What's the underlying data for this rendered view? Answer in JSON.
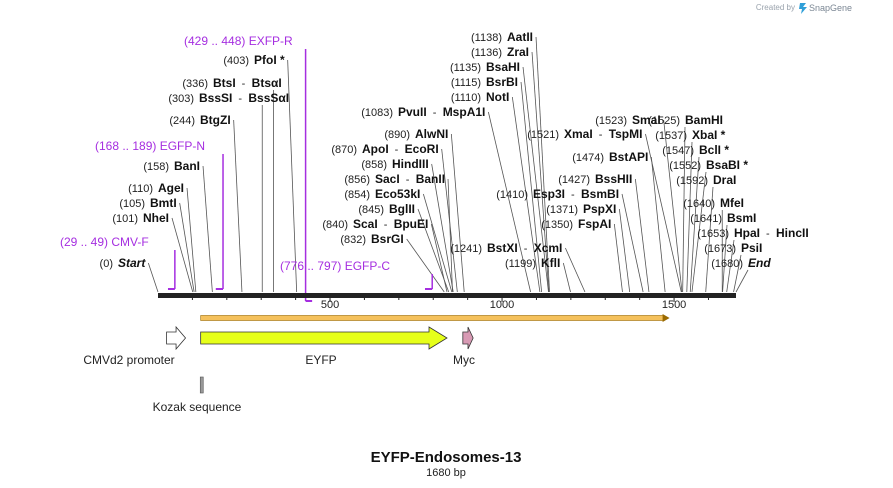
{
  "brand": {
    "created_by": "Created by",
    "name": "SnapGene",
    "icon": "snapgene-logo-icon"
  },
  "title": "EYFP-Endosomes-13",
  "length_label": "1680 bp",
  "sequence_length": 1680,
  "ruler_ticks": [
    "500",
    "1000",
    "1500"
  ],
  "enzymes": [
    {
      "id": "start",
      "pos": "(0)",
      "name": "Start",
      "at": 0,
      "italic": true
    },
    {
      "id": "nhei",
      "pos": "(101)",
      "name": "NheI",
      "at": 101
    },
    {
      "id": "bmti",
      "pos": "(105)",
      "name": "BmtI",
      "at": 105
    },
    {
      "id": "agei",
      "pos": "(110)",
      "name": "AgeI",
      "at": 110
    },
    {
      "id": "bani",
      "pos": "(158)",
      "name": "BanI",
      "at": 158
    },
    {
      "id": "btgzi",
      "pos": "(244)",
      "name": "BtgZI",
      "at": 244
    },
    {
      "id": "bsssi",
      "pos": "(303)",
      "name": "BssSI",
      "name2": "BssSαI",
      "at": 303
    },
    {
      "id": "btsi",
      "pos": "(336)",
      "name": "BtsI",
      "name2": "BtsαI",
      "at": 336
    },
    {
      "id": "pfoi",
      "pos": "(403)",
      "name": "PfoI *",
      "at": 403
    },
    {
      "id": "bsrgi",
      "pos": "(832)",
      "name": "BsrGI",
      "at": 832
    },
    {
      "id": "scai",
      "pos": "(840)",
      "name": "ScaI",
      "name2": "BpuEI",
      "at": 840
    },
    {
      "id": "bglii",
      "pos": "(845)",
      "name": "BglII",
      "at": 845
    },
    {
      "id": "eco53ki",
      "pos": "(854)",
      "name": "Eco53kI",
      "at": 854
    },
    {
      "id": "saci",
      "pos": "(856)",
      "name": "SacI",
      "name2": "BanII",
      "at": 856
    },
    {
      "id": "hindiii",
      "pos": "(858)",
      "name": "HindIII",
      "at": 858
    },
    {
      "id": "apoi",
      "pos": "(870)",
      "name": "ApoI",
      "name2": "EcoRI",
      "at": 870
    },
    {
      "id": "alwni",
      "pos": "(890)",
      "name": "AlwNI",
      "at": 890
    },
    {
      "id": "pvuii",
      "pos": "(1083)",
      "name": "PvuII",
      "name2": "MspA1I",
      "at": 1083
    },
    {
      "id": "noti",
      "pos": "(1110)",
      "name": "NotI",
      "at": 1110
    },
    {
      "id": "bsrbi",
      "pos": "(1115)",
      "name": "BsrBI",
      "at": 1115
    },
    {
      "id": "bsahi",
      "pos": "(1135)",
      "name": "BsaHI",
      "at": 1135
    },
    {
      "id": "zrai",
      "pos": "(1136)",
      "name": "ZraI",
      "at": 1136
    },
    {
      "id": "aatii",
      "pos": "(1138)",
      "name": "AatII",
      "at": 1138
    },
    {
      "id": "kfli",
      "pos": "(1199)",
      "name": "KflI",
      "at": 1199
    },
    {
      "id": "bstxi",
      "pos": "(1241)",
      "name": "BstXI",
      "name2": "XcmI",
      "at": 1241
    },
    {
      "id": "fspai",
      "pos": "(1350)",
      "name": "FspAI",
      "at": 1350
    },
    {
      "id": "pspxi",
      "pos": "(1371)",
      "name": "PspXI",
      "at": 1371
    },
    {
      "id": "esp3i",
      "pos": "(1410)",
      "name": "Esp3I",
      "name2": "BsmBI",
      "at": 1410
    },
    {
      "id": "bsshii",
      "pos": "(1427)",
      "name": "BssHII",
      "at": 1427
    },
    {
      "id": "bstapi",
      "pos": "(1474)",
      "name": "BstAPI",
      "at": 1474
    },
    {
      "id": "xmai",
      "pos": "(1521)",
      "name": "XmaI",
      "name2": "TspMI",
      "at": 1521
    },
    {
      "id": "smai",
      "pos": "(1523)",
      "name": "SmaI",
      "at": 1523
    },
    {
      "id": "bamhi",
      "pos": "(1525)",
      "name": "BamHI",
      "at": 1525
    },
    {
      "id": "xbai",
      "pos": "(1537)",
      "name": "XbaI *",
      "at": 1537
    },
    {
      "id": "bcli",
      "pos": "(1547)",
      "name": "BclI *",
      "at": 1547
    },
    {
      "id": "bsabi",
      "pos": "(1552)",
      "name": "BsaBI *",
      "at": 1552
    },
    {
      "id": "drai",
      "pos": "(1592)",
      "name": "DraI",
      "at": 1592
    },
    {
      "id": "mfei",
      "pos": "(1640)",
      "name": "MfeI",
      "at": 1640
    },
    {
      "id": "bsmi",
      "pos": "(1641)",
      "name": "BsmI",
      "at": 1641
    },
    {
      "id": "hpai",
      "pos": "(1653)",
      "name": "HpaI",
      "name2": "HincII",
      "at": 1653
    },
    {
      "id": "psii",
      "pos": "(1673)",
      "name": "PsiI",
      "at": 1673
    },
    {
      "id": "end",
      "pos": "(1680)",
      "name": "End",
      "at": 1680,
      "italic": true
    }
  ],
  "primers": [
    {
      "id": "cmvf",
      "label": "(29 .. 49)  CMV-F",
      "start": 29,
      "end": 49,
      "dir": "fwd"
    },
    {
      "id": "egfpn",
      "label": "(168 .. 189)  EGFP-N",
      "start": 168,
      "end": 189,
      "dir": "fwd"
    },
    {
      "id": "exfpr",
      "label": "(429 .. 448)  EXFP-R",
      "start": 429,
      "end": 448,
      "dir": "rev"
    },
    {
      "id": "egfpc",
      "label": "(776 .. 797)  EGFP-C",
      "start": 776,
      "end": 797,
      "dir": "fwd"
    }
  ],
  "features": [
    {
      "id": "cmvd2",
      "label": "CMVd2 promoter",
      "start": 25,
      "end": 80,
      "color": "#ffffff"
    },
    {
      "id": "eyfp",
      "label": "EYFP",
      "start": 124,
      "end": 840,
      "color": "#e6ff1a"
    },
    {
      "id": "myc",
      "label": "Myc",
      "start": 886,
      "end": 916,
      "color": "#d89ab4"
    },
    {
      "id": "kozak",
      "label": "Kozak sequence",
      "start": 117,
      "end": 127,
      "color": "#999999"
    }
  ],
  "orf": {
    "start": 124,
    "end": 1487,
    "color": "#f5c15c"
  }
}
